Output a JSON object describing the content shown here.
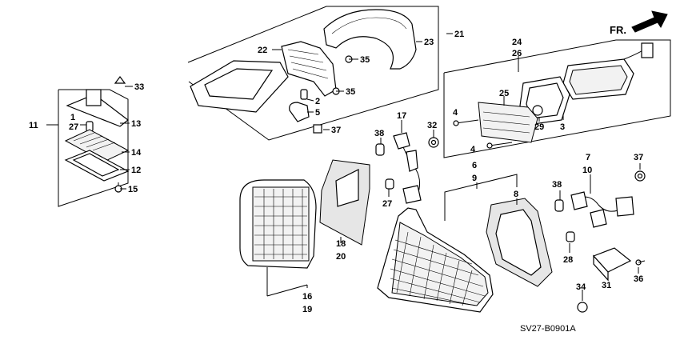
{
  "labels": {
    "front": "FR.",
    "diagram_code": "SV27-B0901A"
  },
  "callouts": {
    "c1": "1",
    "c2": "2",
    "c3": "3",
    "c4": "4",
    "c5": "5",
    "c6": "6",
    "c7": "7",
    "c8": "8",
    "c9": "9",
    "c10": "10",
    "c11": "11",
    "c12": "12",
    "c13": "13",
    "c14": "14",
    "c15": "15",
    "c16": "16",
    "c17": "17",
    "c18": "18",
    "c19": "19",
    "c20": "20",
    "c21": "21",
    "c22": "22",
    "c23": "23",
    "c24": "24",
    "c25": "25",
    "c26": "26",
    "c27": "27",
    "c28": "28",
    "c29": "29",
    "c31": "31",
    "c32": "32",
    "c33": "33",
    "c34": "34",
    "c35": "35",
    "c36": "36",
    "c37": "37",
    "c38": "38"
  }
}
